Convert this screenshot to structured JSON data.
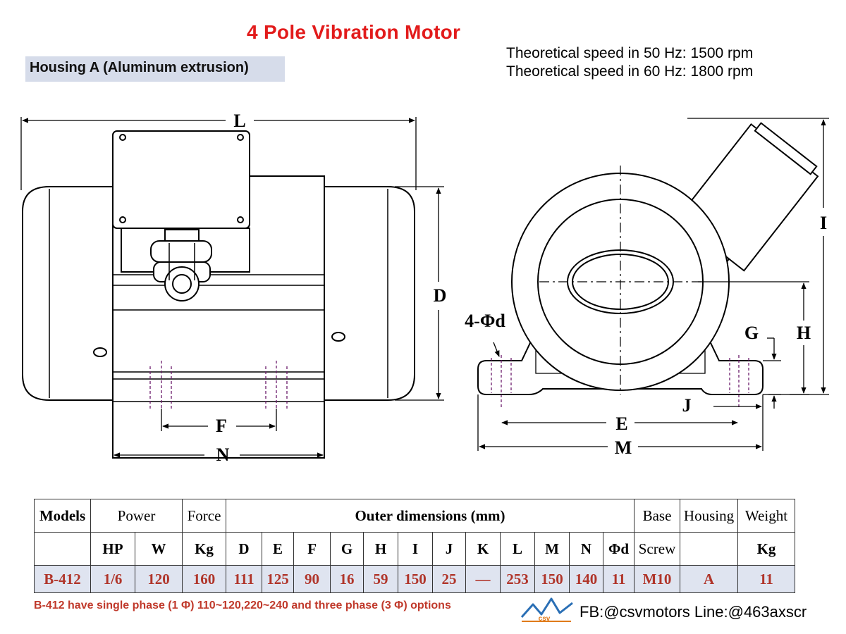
{
  "title": "4 Pole Vibration Motor",
  "housing_label": "Housing A (Aluminum extrusion)",
  "speed": {
    "line_50hz": "Theoretical speed in 50 Hz: 1500 rpm",
    "line_60hz": "Theoretical speed in 60 Hz: 1800 rpm"
  },
  "dimension_labels": {
    "L": "L",
    "D": "D",
    "F": "F",
    "N": "N",
    "I": "I",
    "H": "H",
    "G": "G",
    "J": "J",
    "E": "E",
    "M": "M",
    "hole": "4-Φd"
  },
  "table": {
    "header_groups": {
      "models": "Models",
      "power": "Power",
      "force": "Force",
      "outer": "Outer dimensions (mm)",
      "base": "Base",
      "housing": "Housing",
      "weight": "Weight"
    },
    "units": [
      "HP",
      "W",
      "Kg",
      "D",
      "E",
      "F",
      "G",
      "H",
      "I",
      "J",
      "K",
      "L",
      "M",
      "N",
      "Φd",
      "Screw",
      "Kg"
    ],
    "row": [
      "B-412",
      "1/6",
      "120",
      "160",
      "111",
      "125",
      "90",
      "16",
      "59",
      "150",
      "25",
      "—",
      "253",
      "150",
      "140",
      "11",
      "M10",
      "A",
      "11"
    ]
  },
  "footnote": "B-412 have single phase (1 Φ) 110~120,220~240 and  three phase (3 Φ) options",
  "logo_text": "csv",
  "contact": "FB:@csvmotors  Line:@463axscr",
  "colors": {
    "title": "#e21b1b",
    "subtitle_bg": "#d6dcea",
    "row_bg": "#dfe4f0",
    "row_text": "#b0352a"
  }
}
